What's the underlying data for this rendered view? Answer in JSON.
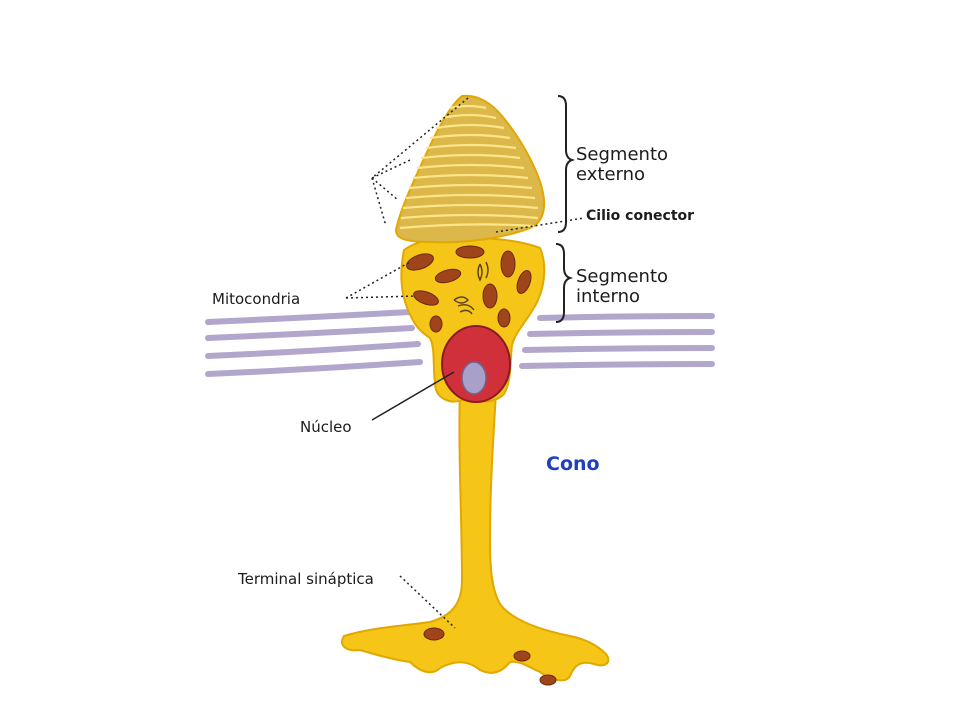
{
  "labels": {
    "outer_segment_line1": "Segmento",
    "outer_segment_line2": "externo",
    "connecting_cilium": "Cilio conector",
    "inner_segment_line1": "Segmento",
    "inner_segment_line2": "interno",
    "mitochondria": "Mitocondria",
    "nucleus": "Núcleo",
    "synaptic_terminal": "Terminal sináptica",
    "cell_type": "Cono"
  },
  "colors": {
    "cell_body": "#f5c518",
    "cell_outline": "#e0a800",
    "disc_lines": "#ffe58a",
    "outer_segment": "#dcb84a",
    "mitochondria": "#a0441c",
    "nucleus": "#d0303a",
    "nucleolus": "#a8a0c8",
    "membrane_lines": "#b3a6cc",
    "title": "#1f3fbf",
    "text": "#1c1c1c"
  }
}
